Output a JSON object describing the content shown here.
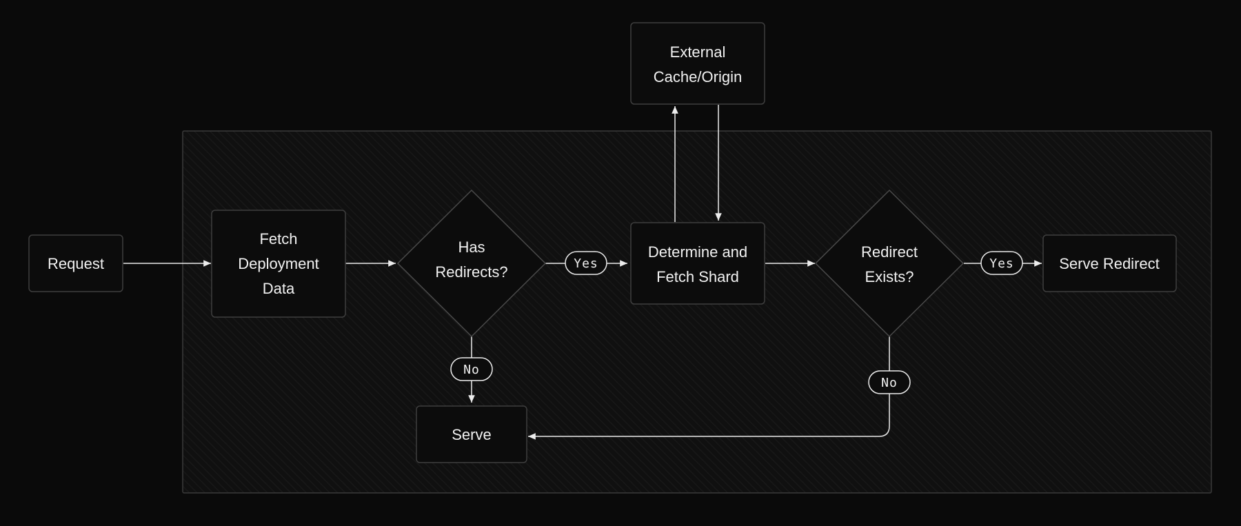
{
  "nodes": {
    "request": "Request",
    "fetch_deployment": [
      "Fetch",
      "Deployment",
      "Data"
    ],
    "has_redirects": [
      "Has",
      "Redirects?"
    ],
    "determine_fetch": [
      "Determine and",
      "Fetch Shard"
    ],
    "external_cache": [
      "External",
      "Cache/Origin"
    ],
    "redirect_exists": [
      "Redirect",
      "Exists?"
    ],
    "serve_redirect": "Serve Redirect",
    "serve": "Serve"
  },
  "edge_labels": {
    "has_redirects_yes": "Yes",
    "has_redirects_no": "No",
    "redirect_exists_yes": "Yes",
    "redirect_exists_no": "No"
  },
  "colors": {
    "background": "#0a0a0a",
    "node_fill": "#0c0c0c",
    "node_stroke": "#3e3e3e",
    "edge": "#ededed",
    "text": "#f2f2f2"
  }
}
